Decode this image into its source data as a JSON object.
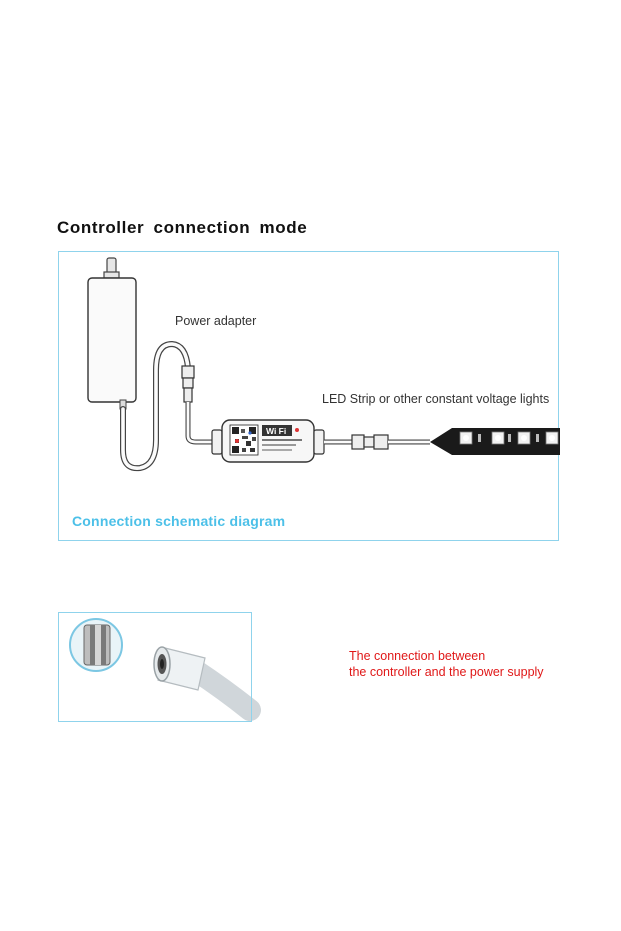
{
  "heading": "Controller connection mode",
  "diagram": {
    "power_adapter_label": "Power adapter",
    "led_strip_label": "LED Strip or other constant voltage lights",
    "schematic_label": "Connection schematic diagram",
    "controller_text": "Wi Fi"
  },
  "note": {
    "line1": "The connection between",
    "line2": "the controller and the power supply"
  },
  "colors": {
    "frame": "#8fd3ec",
    "schematic_text": "#4cc0e8",
    "note_text": "#e01818"
  }
}
